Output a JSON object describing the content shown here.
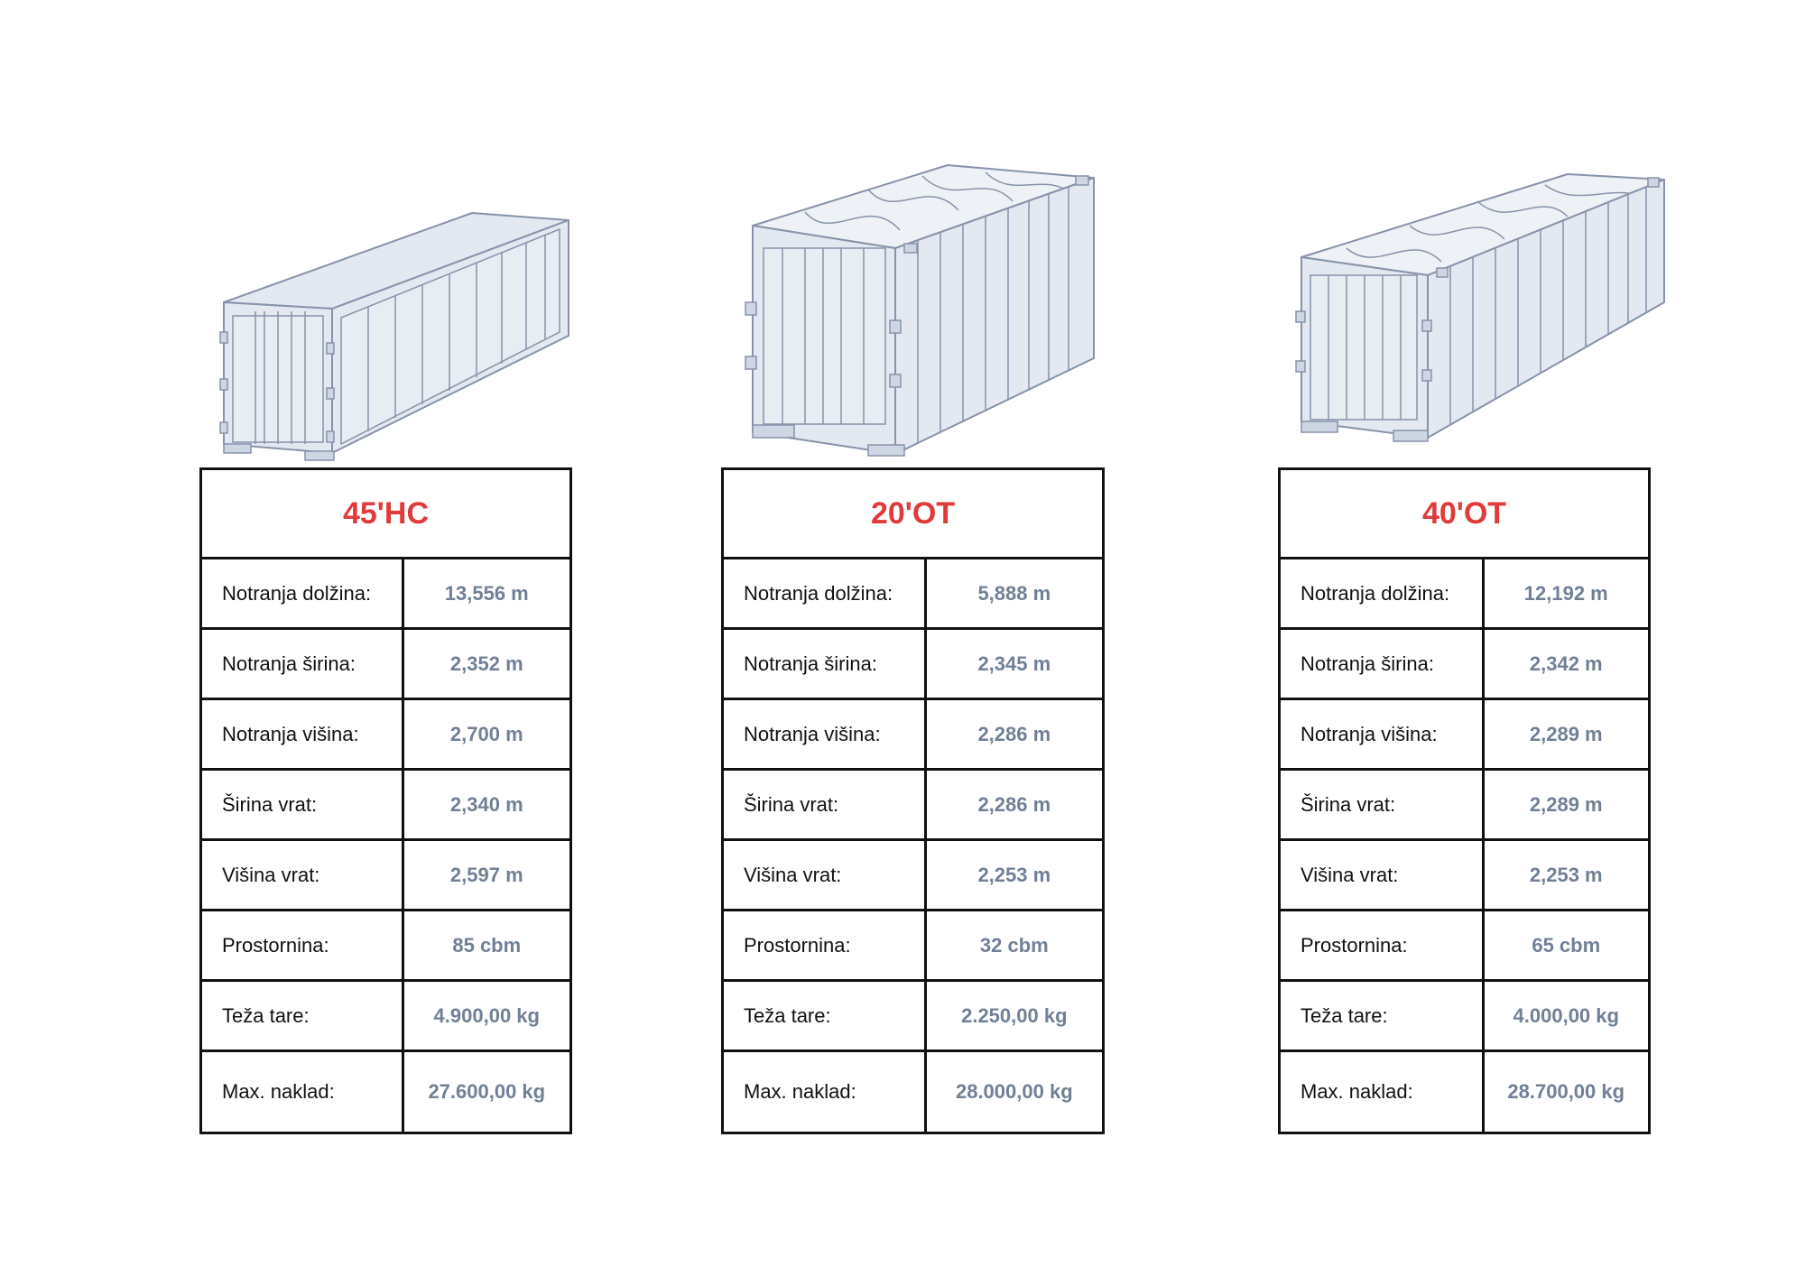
{
  "colors": {
    "title": "#e03a3a",
    "value": "#718096",
    "border": "#111111",
    "container_fill": "#e3e8f1",
    "container_stroke": "#8793aa"
  },
  "containers": [
    {
      "title": "45'HC",
      "illustration": "container-45hc-illustration",
      "rows": [
        {
          "label": "Notranja dolžina:",
          "value": "13,556 m"
        },
        {
          "label": "Notranja širina:",
          "value": "2,352 m"
        },
        {
          "label": "Notranja višina:",
          "value": "2,700 m"
        },
        {
          "label": "Širina vrat:",
          "value": "2,340 m"
        },
        {
          "label": "Višina vrat:",
          "value": "2,597 m"
        },
        {
          "label": "Prostornina:",
          "value": "85 cbm"
        },
        {
          "label": "Teža tare:",
          "value": "4.900,00 kg"
        },
        {
          "label": "Max. naklad:",
          "value": "27.600,00 kg"
        }
      ]
    },
    {
      "title": "20'OT",
      "illustration": "container-20ot-illustration",
      "rows": [
        {
          "label": "Notranja dolžina:",
          "value": "5,888 m"
        },
        {
          "label": "Notranja širina:",
          "value": "2,345 m"
        },
        {
          "label": "Notranja višina:",
          "value": "2,286 m"
        },
        {
          "label": "Širina vrat:",
          "value": "2,286 m"
        },
        {
          "label": "Višina vrat:",
          "value": "2,253 m"
        },
        {
          "label": "Prostornina:",
          "value": "32 cbm"
        },
        {
          "label": "Teža tare:",
          "value": "2.250,00 kg"
        },
        {
          "label": "Max. naklad:",
          "value": "28.000,00 kg"
        }
      ]
    },
    {
      "title": "40'OT",
      "illustration": "container-40ot-illustration",
      "rows": [
        {
          "label": "Notranja dolžina:",
          "value": "12,192 m"
        },
        {
          "label": "Notranja širina:",
          "value": "2,342 m"
        },
        {
          "label": "Notranja višina:",
          "value": "2,289 m"
        },
        {
          "label": "Širina vrat:",
          "value": "2,289 m"
        },
        {
          "label": "Višina vrat:",
          "value": "2,253 m"
        },
        {
          "label": "Prostornina:",
          "value": "65 cbm"
        },
        {
          "label": "Teža tare:",
          "value": "4.000,00 kg"
        },
        {
          "label": "Max. naklad:",
          "value": "28.700,00 kg"
        }
      ]
    }
  ]
}
